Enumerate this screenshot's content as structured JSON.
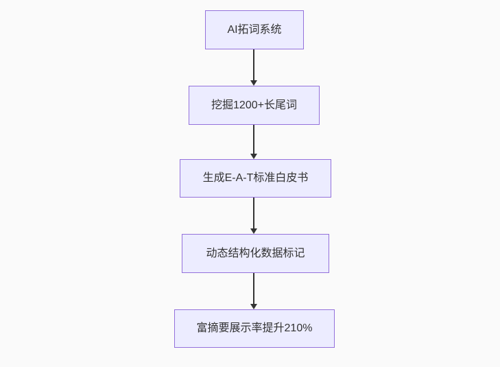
{
  "diagram": {
    "type": "flowchart",
    "direction": "top-down",
    "colors": {
      "background": "#fafafa",
      "node_fill": "#ECECFF",
      "node_border": "#9370DB",
      "edge": "#333333",
      "text": "#333333"
    },
    "nodes": [
      {
        "id": "step1",
        "label": "AI拓词系统"
      },
      {
        "id": "step2",
        "label": "挖掘1200+长尾词"
      },
      {
        "id": "step3",
        "label": "生成E-A-T标准白皮书"
      },
      {
        "id": "step4",
        "label": "动态结构化数据标记"
      },
      {
        "id": "step5",
        "label": "富摘要展示率提升210%"
      }
    ],
    "edges": [
      {
        "from": "step1",
        "to": "step2"
      },
      {
        "from": "step2",
        "to": "step3"
      },
      {
        "from": "step3",
        "to": "step4"
      },
      {
        "from": "step4",
        "to": "step5"
      }
    ]
  }
}
